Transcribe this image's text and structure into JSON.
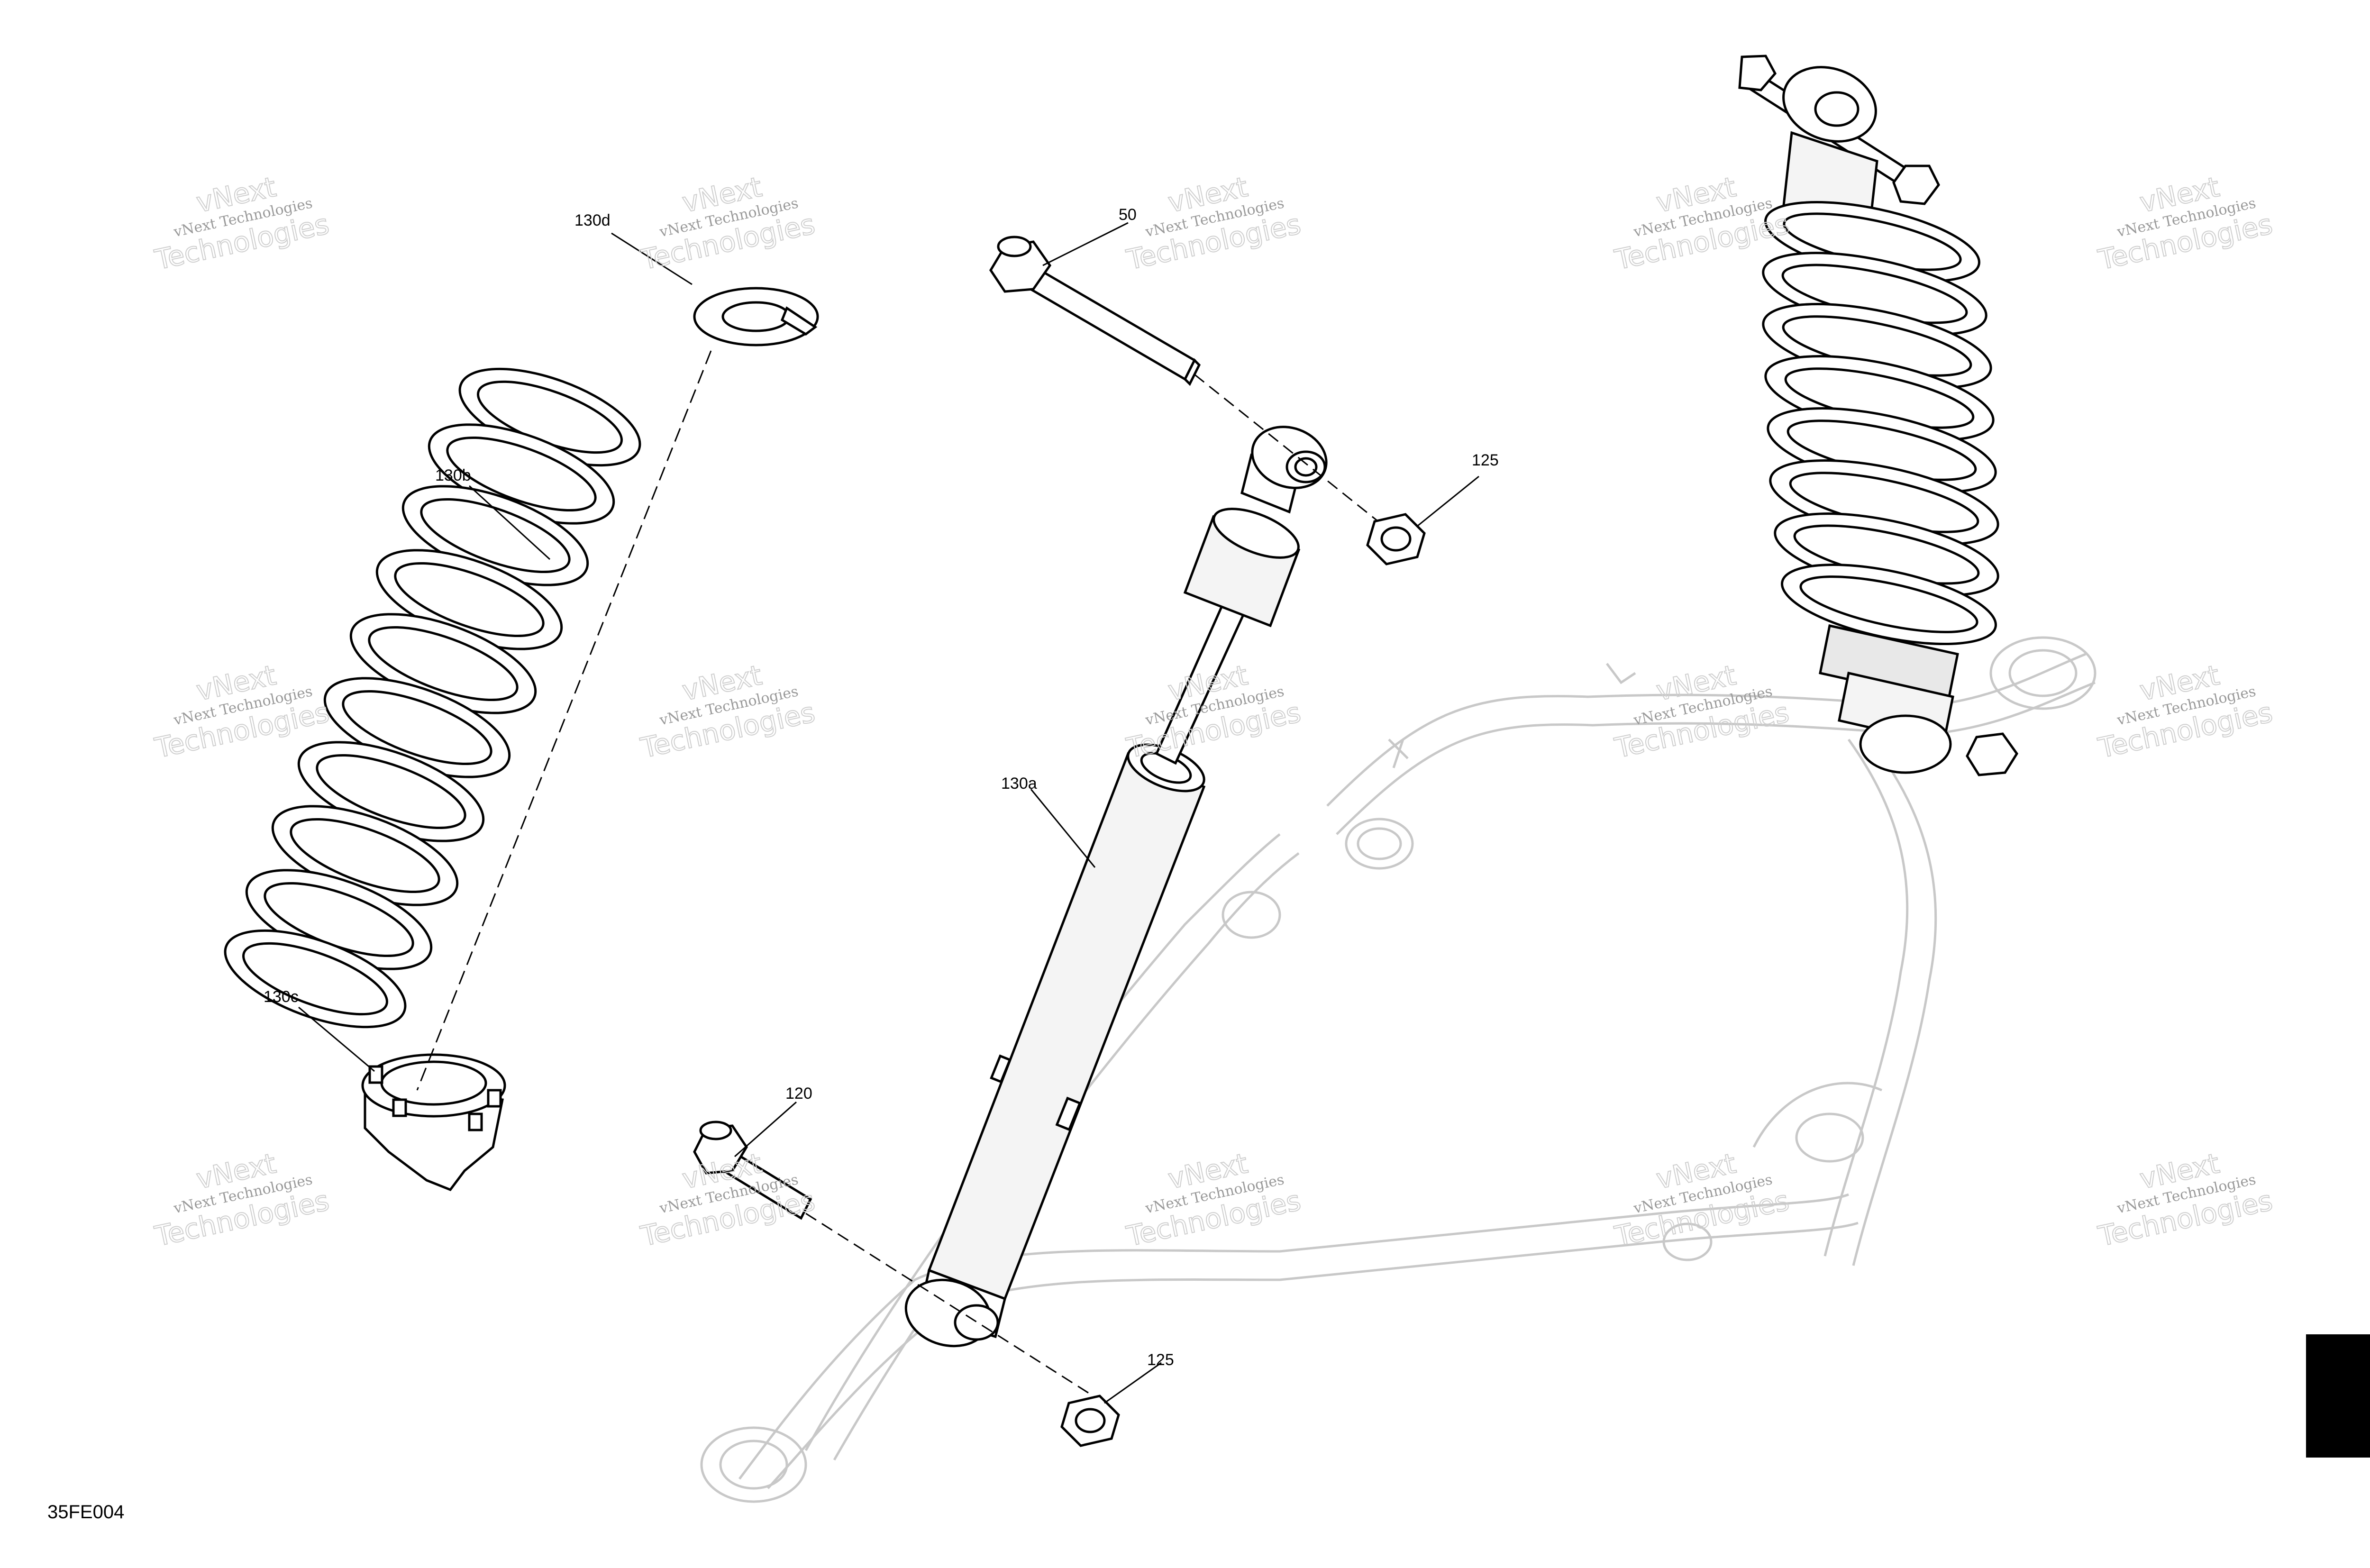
{
  "figure_id": "35FE004",
  "watermark": {
    "line1": "vNext Technologies",
    "line2": "vNext",
    "line3": "Technologies"
  },
  "callouts": [
    {
      "id": "130d",
      "label": "130d"
    },
    {
      "id": "130b",
      "label": "130b"
    },
    {
      "id": "130c",
      "label": "130c"
    },
    {
      "id": "50",
      "label": "50"
    },
    {
      "id": "125-top",
      "label": "125"
    },
    {
      "id": "130a",
      "label": "130a"
    },
    {
      "id": "120",
      "label": "120"
    },
    {
      "id": "125-bottom",
      "label": "125"
    }
  ],
  "colors": {
    "line": "#000000",
    "ghost": "#c8c8c8",
    "watermark": "#9a9a9a",
    "tab": "#000000"
  }
}
